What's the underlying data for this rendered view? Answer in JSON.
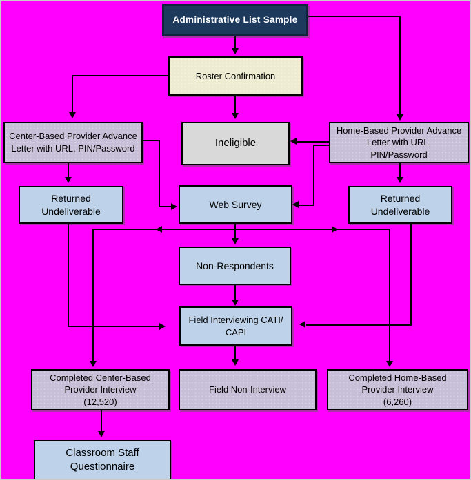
{
  "diagram": {
    "background_color": "#ff00ff",
    "colors": {
      "title_box": "#1d3a5d",
      "roster_box": "#eeecd0",
      "lavender_box": "#c7bfd7",
      "blue_box": "#bed3ea",
      "gray_box": "#d9d9d9",
      "connector": "#000000"
    },
    "nodes": {
      "admin": {
        "label": "Administrative List Sample"
      },
      "roster": {
        "label": "Roster Confirmation"
      },
      "center_adv": {
        "label": "Center-Based Provider Advance\nLetter with URL, PIN/Password"
      },
      "ineligible": {
        "label": "Ineligible"
      },
      "home_adv": {
        "label": "Home-Based Provider Advance\nLetter with URL,\nPIN/Password"
      },
      "ret_left": {
        "label": "Returned\nUndeliverable"
      },
      "web": {
        "label": "Web Survey"
      },
      "ret_right": {
        "label": "Returned\nUndeliverable"
      },
      "nonresp": {
        "label": "Non-Respondents"
      },
      "field_int": {
        "label": "Field Interviewing CATI/\nCAPI"
      },
      "comp_center": {
        "label": "Completed Center-Based\nProvider Interview\n(12,520)",
        "count": "12,520"
      },
      "field_non": {
        "label": "Field Non-Interview"
      },
      "comp_home": {
        "label": "Completed Home-Based\nProvider Interview\n(6,260)",
        "count": "6,260"
      },
      "classroom": {
        "label": "Classroom Staff\nQuestionnaire"
      }
    }
  }
}
